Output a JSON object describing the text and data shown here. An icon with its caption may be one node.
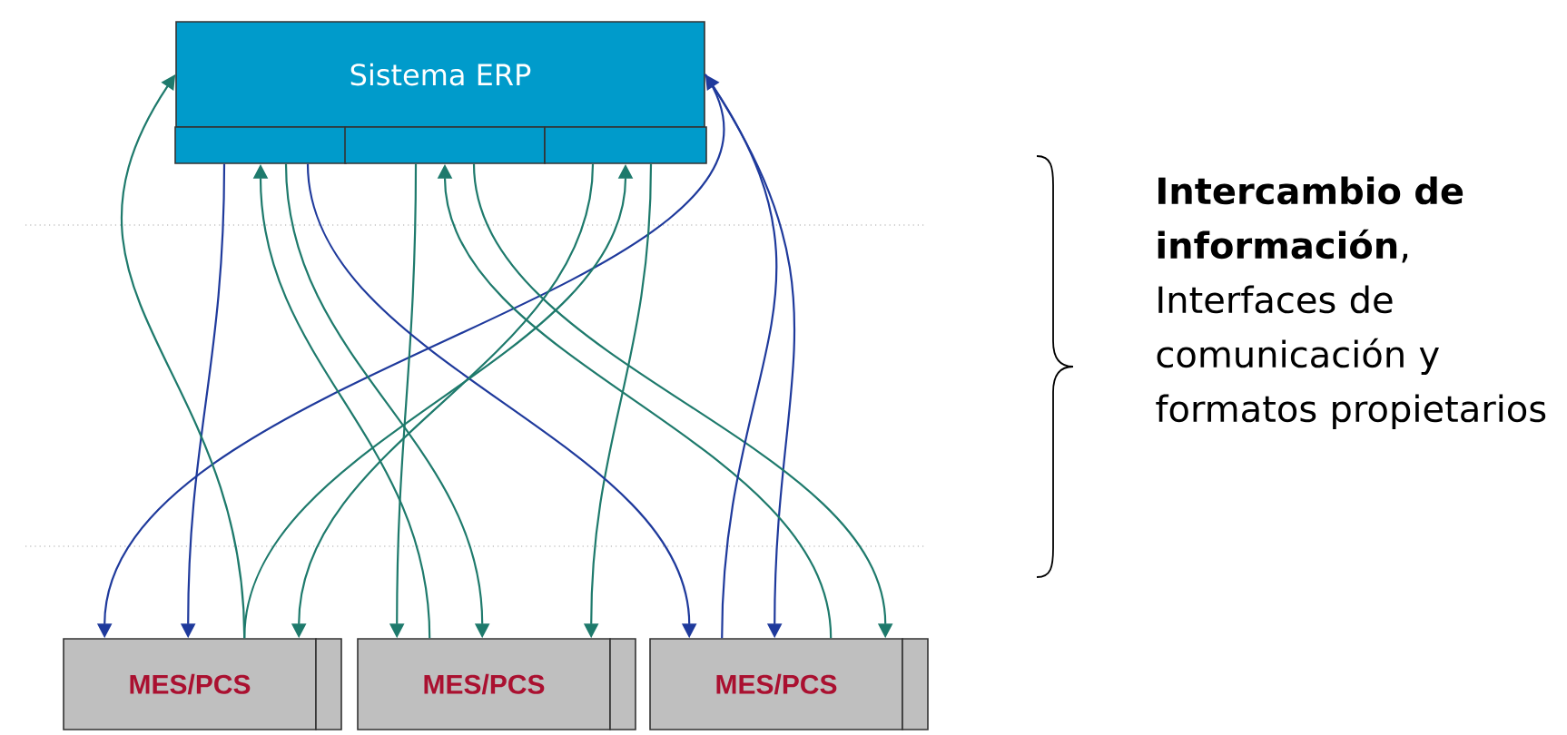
{
  "diagram": {
    "nodes": [
      {
        "text": [
          "Sistema ERP"
        ]
      },
      {
        "text": [],
        "shape": "box"
      },
      {
        "text": [],
        "shape": "box"
      },
      {
        "text": [],
        "shape": "box"
      },
      {
        "text": [
          "MES/PCS"
        ]
      },
      {
        "text": [
          "MES/PCS"
        ]
      },
      {
        "text": [
          "MES/PCS"
        ]
      }
    ],
    "edges": [
      {
        "from": 0,
        "to": 4,
        "arrow": "to",
        "color": "#1f3a9c"
      },
      {
        "from": 1,
        "to": 4,
        "arrow": "to",
        "color": "#1f3a9c"
      },
      {
        "from": 3,
        "to": 4,
        "arrow": "to"
      },
      {
        "from": 2,
        "to": 5,
        "arrow": "to"
      },
      {
        "from": 1,
        "to": 5,
        "arrow": "to"
      },
      {
        "from": 3,
        "to": 5,
        "arrow": "to"
      },
      {
        "from": 1,
        "to": 6,
        "arrow": "to",
        "color": "#1f3a9c"
      },
      {
        "from": 0,
        "to": 6,
        "arrow": "to",
        "color": "#1f3a9c"
      },
      {
        "from": 2,
        "to": 6,
        "arrow": "to"
      },
      {
        "from": 4,
        "to": 0,
        "arrow": "to"
      },
      {
        "from": 5,
        "to": 1,
        "arrow": "to"
      },
      {
        "from": 6,
        "to": 2,
        "arrow": "to"
      },
      {
        "from": 4,
        "to": 3,
        "arrow": "to"
      },
      {
        "from": 6,
        "to": 0,
        "arrow": "to",
        "color": "#1f3a9c"
      }
    ],
    "labels": [
      "**Intercambio de información**, Interfaces de comunicación y formatos propietarios"
    ]
  }
}
